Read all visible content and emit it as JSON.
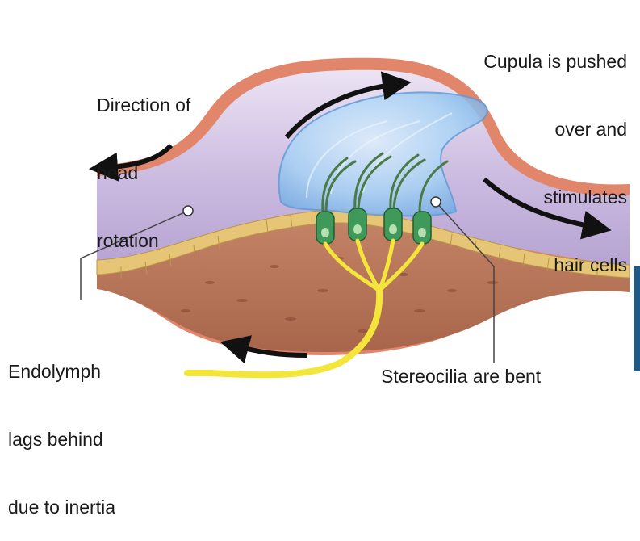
{
  "labels": {
    "head_rotation": [
      "Direction of",
      "head",
      "rotation"
    ],
    "cupula": [
      "Cupula is pushed",
      "over and",
      "stimulates",
      "hair cells"
    ],
    "endolymph": [
      "Endolymph",
      "lags behind",
      "due to inertia"
    ],
    "stereocilia": "Stereocilia are bent"
  },
  "colors": {
    "wall": "#d9745a",
    "endolymph": "#cfc0e3",
    "cupula": "#8dc3ef",
    "hair_cell": "#3f9a5a",
    "epithelium": "#e7c978",
    "tissue": "#b8775b",
    "nerve": "#f3e53a",
    "arrow": "#111111",
    "edge_accent": "#1f5b86"
  }
}
